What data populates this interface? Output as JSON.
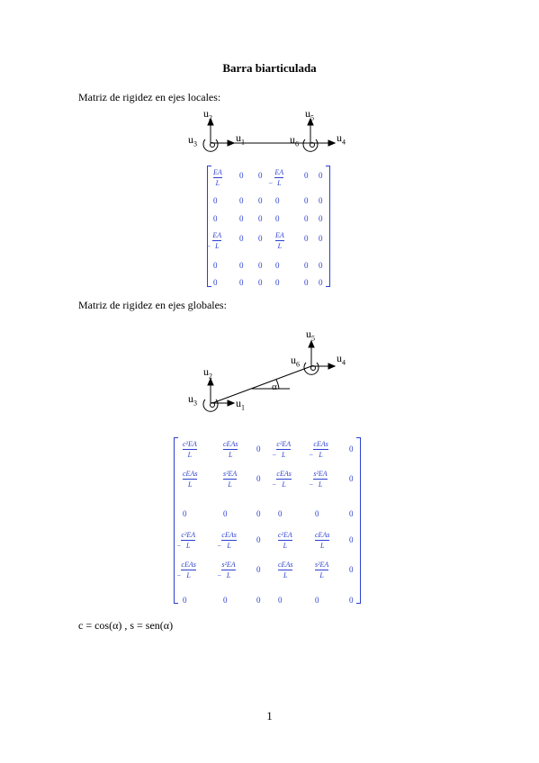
{
  "title": "Barra biarticulada",
  "section1": "Matriz de rigidez en ejes locales:",
  "section2": "Matriz de rigidez en ejes globales:",
  "footnote": "c = cos(α) , s = sen(α)",
  "page_number": "1",
  "local_labels": {
    "u1": {
      "base": "u",
      "sub": "1"
    },
    "u2": {
      "base": "u",
      "sub": "2"
    },
    "u3": {
      "base": "u",
      "sub": "3"
    },
    "u4": {
      "base": "u",
      "sub": "4"
    },
    "u5": {
      "base": "u",
      "sub": "5"
    },
    "u6": {
      "base": "u",
      "sub": "6"
    }
  },
  "angle_label": "α",
  "local_matrix": [
    [
      "EA/L",
      "0",
      "0",
      "−EA/L",
      "0",
      "0"
    ],
    [
      "0",
      "0",
      "0",
      "0",
      "0",
      "0"
    ],
    [
      "0",
      "0",
      "0",
      "0",
      "0",
      "0"
    ],
    [
      "−EA/L",
      "0",
      "0",
      "EA/L",
      "0",
      "0"
    ],
    [
      "0",
      "0",
      "0",
      "0",
      "0",
      "0"
    ],
    [
      "0",
      "0",
      "0",
      "0",
      "0",
      "0"
    ]
  ],
  "global_matrix": [
    [
      "c²EA/L",
      "cEAs/L",
      "0",
      "−c²EA/L",
      "−cEAs/L",
      "0"
    ],
    [
      "cEAs/L",
      "s²EA/L",
      "0",
      "−cEAs/L",
      "−s²EA/L",
      "0"
    ],
    [
      "0",
      "0",
      "0",
      "0",
      "0",
      "0"
    ],
    [
      "−c²EA/L",
      "−cEAs/L",
      "0",
      "c²EA/L",
      "cEAs/L",
      "0"
    ],
    [
      "−cEAs/L",
      "−s²EA/L",
      "0",
      "cEAs/L",
      "s²EA/L",
      "0"
    ],
    [
      "0",
      "0",
      "0",
      "0",
      "0",
      "0"
    ]
  ],
  "colors": {
    "matrix": "#2a3fd0",
    "text": "#000000"
  }
}
